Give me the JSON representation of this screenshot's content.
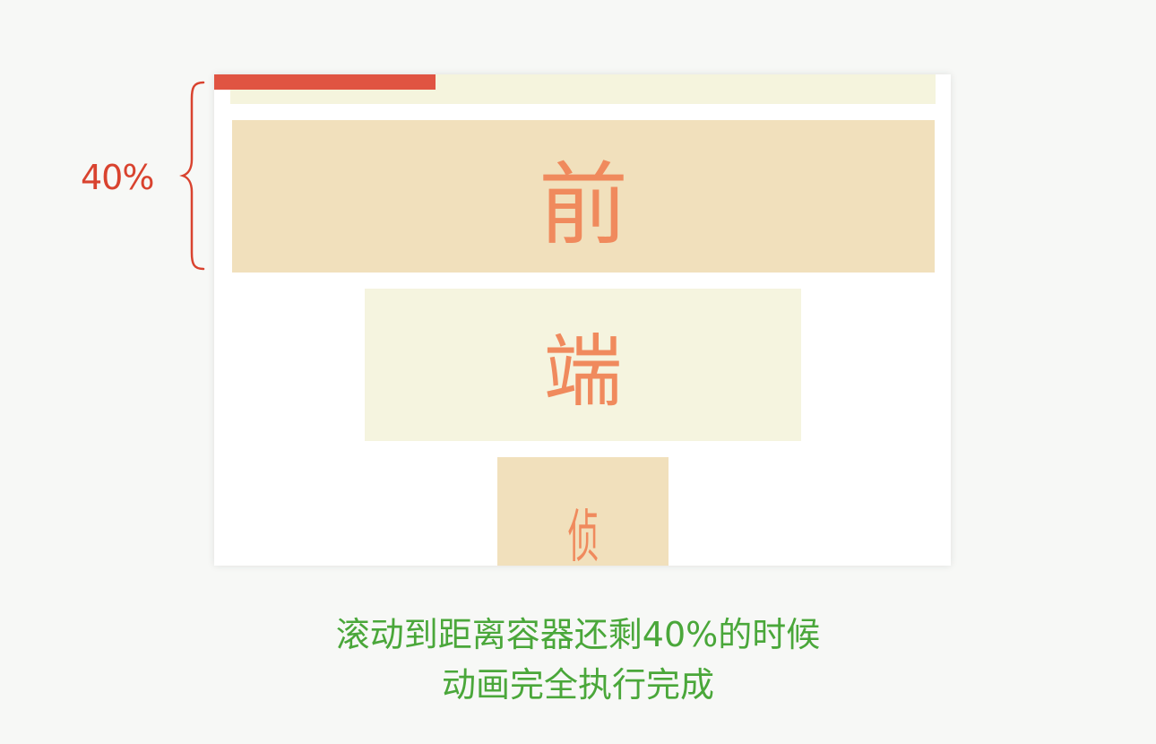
{
  "annotation": {
    "label": "40%",
    "color": "#d9432f"
  },
  "viewport": {
    "progress": {
      "fraction": 0.3,
      "bar_color": "#e05442",
      "track_color": "#f5f4dd"
    },
    "cards": [
      {
        "char": "前",
        "bg": "#f1e0bc"
      },
      {
        "char": "端",
        "bg": "#f5f4df"
      },
      {
        "char": "侦",
        "bg": "#f1e0bc"
      }
    ],
    "text_color": "#f08a5d"
  },
  "caption": {
    "line1": "滚动到距离容器还剩40%的时候",
    "line2": "动画完全执行完成",
    "color": "#4aa73a"
  }
}
